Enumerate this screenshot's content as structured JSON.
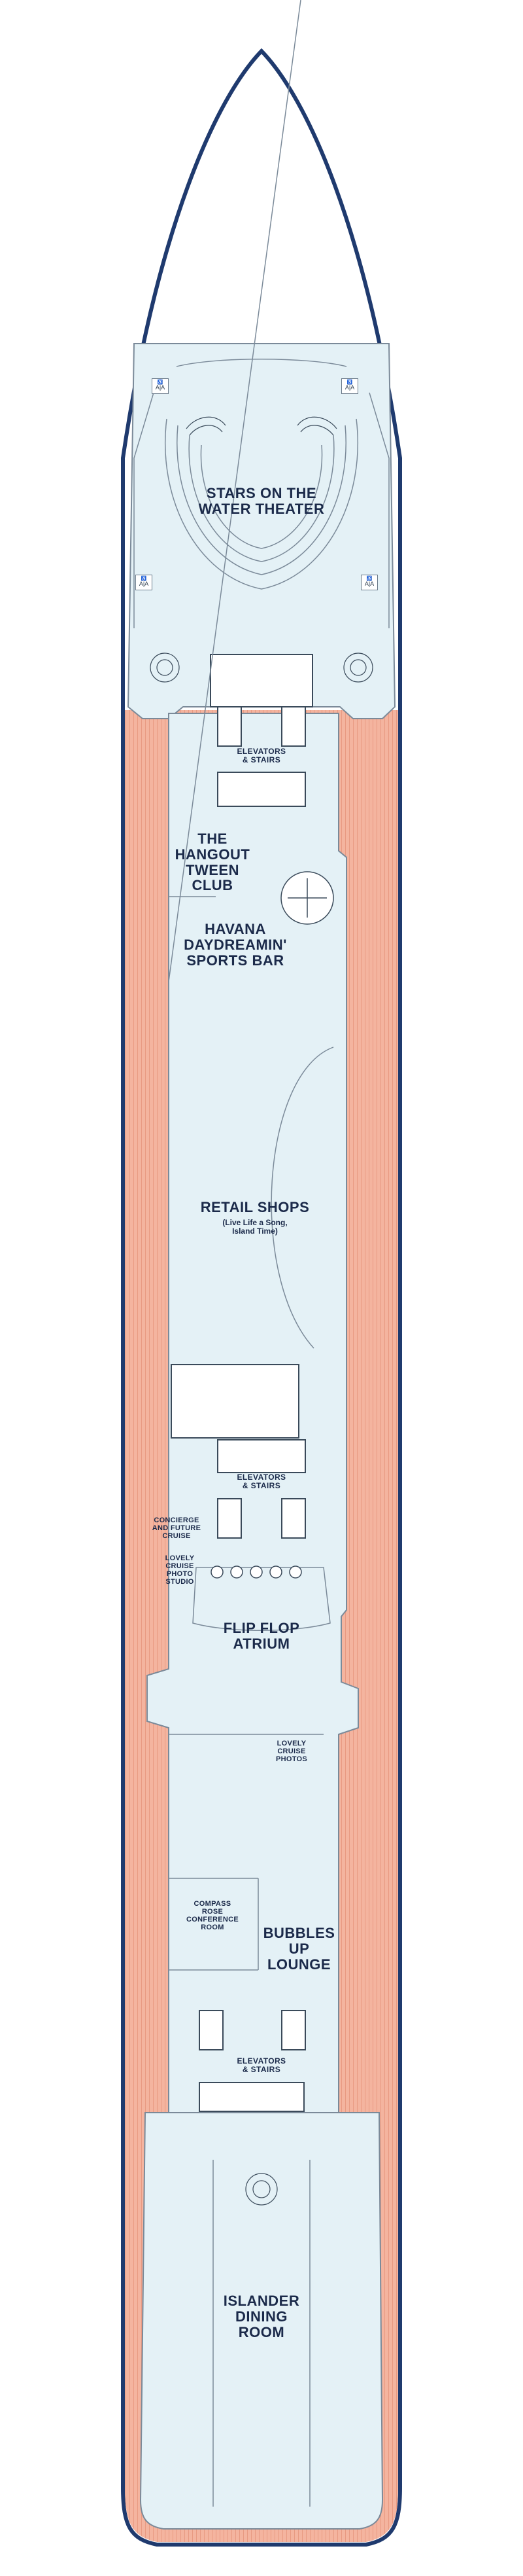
{
  "rooms": {
    "theater": "STARS ON THE\nWATER THEATER",
    "tween_club": "THE\nHANGOUT\nTWEEN\nCLUB",
    "sports_bar": "HAVANA\nDAYDREAMIN'\nSPORTS BAR",
    "retail": "RETAIL SHOPS",
    "retail_sub": "(Live Life a Song,\nIsland Time)",
    "concierge": "CONCIERGE\nAND FUTURE\nCRUISE",
    "photo_studio": "LOVELY\nCRUISE\nPHOTO\nSTUDIO",
    "atrium": "FLIP FLOP\nATRIUM",
    "photos": "LOVELY\nCRUISE\nPHOTOS",
    "compass_rose": "COMPASS\nROSE\nCONFERENCE\nROOM",
    "bubbles": "BUBBLES\nUP\nLOUNGE",
    "dining": "ISLANDER\nDINING\nROOM"
  },
  "elevators": {
    "label": "ELEVATORS\n& STAIRS"
  },
  "accessibility_badge": {
    "text": "A|A"
  },
  "colors": {
    "hull_outline": "#1f3a6e",
    "interior": "#e4f1f6",
    "deck_wood": "#f4b49f",
    "deck_stripe": "#e58f78",
    "walls": "#7b8a99"
  }
}
